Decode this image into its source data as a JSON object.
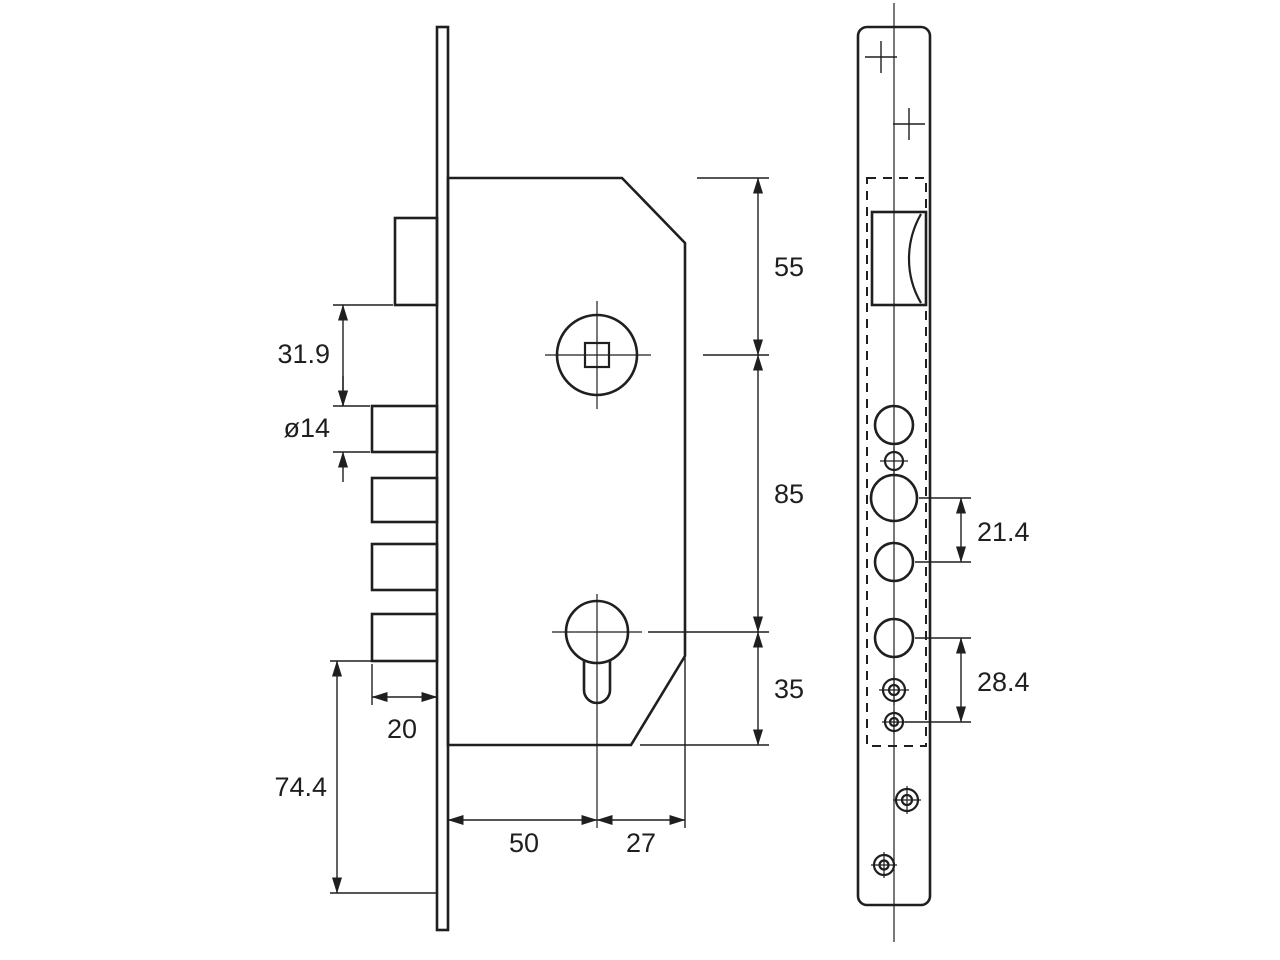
{
  "drawing": {
    "colors": {
      "line": "#1f1f1f",
      "background": "#ffffff"
    },
    "side_view": {
      "dim_55": "55",
      "dim_85": "85",
      "dim_35": "35",
      "dim_31_9": "31.9",
      "dim_dia14": "ø14",
      "dim_20": "20",
      "dim_74_4": "74.4",
      "dim_50": "50",
      "dim_27": "27"
    },
    "front_view": {
      "dim_21_4": "21.4",
      "dim_28_4": "28.4"
    }
  }
}
